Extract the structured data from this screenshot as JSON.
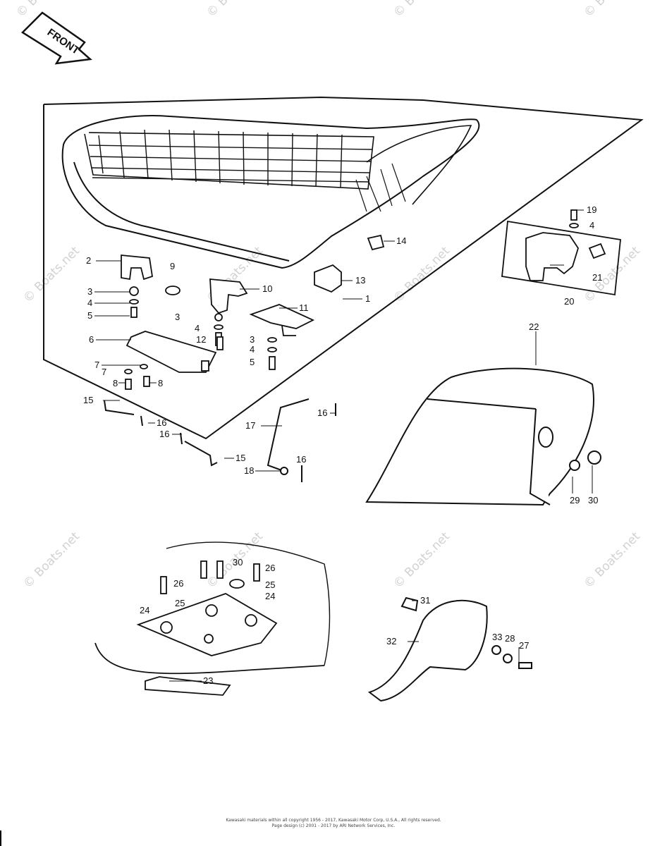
{
  "front_label": "FRONT",
  "watermark": "© Boats.net",
  "callouts": {
    "c1": "1",
    "c2": "2",
    "c3a": "3",
    "c3b": "3",
    "c3c": "3",
    "c4a": "4",
    "c4b": "4",
    "c4c": "4",
    "c4d": "4",
    "c5a": "5",
    "c5b": "5",
    "c6": "6",
    "c7a": "7",
    "c7b": "7",
    "c8a": "8",
    "c8b": "8",
    "c9": "9",
    "c10": "10",
    "c11": "11",
    "c12": "12",
    "c13": "13",
    "c14": "14",
    "c15a": "15",
    "c15b": "15",
    "c16a": "16",
    "c16b": "16",
    "c16c": "16",
    "c16d": "16",
    "c17": "17",
    "c18": "18",
    "c19": "19",
    "c20": "20",
    "c21": "21",
    "c22": "22",
    "c23": "23",
    "c24a": "24",
    "c24b": "24",
    "c25a": "25",
    "c25b": "25",
    "c26a": "26",
    "c26b": "26",
    "c27": "27",
    "c28": "28",
    "c29": "29",
    "c30a": "30",
    "c30b": "30",
    "c31": "31",
    "c32": "32",
    "c33": "33"
  },
  "footer": {
    "line1": "Kawasaki materials within all copyright 1956 - 2017, Kawasaki Motor Corp, U.S.A., All rights reserved.",
    "line2": "Page design (c) 2001 - 2017 by ARI Network Services, Inc."
  }
}
